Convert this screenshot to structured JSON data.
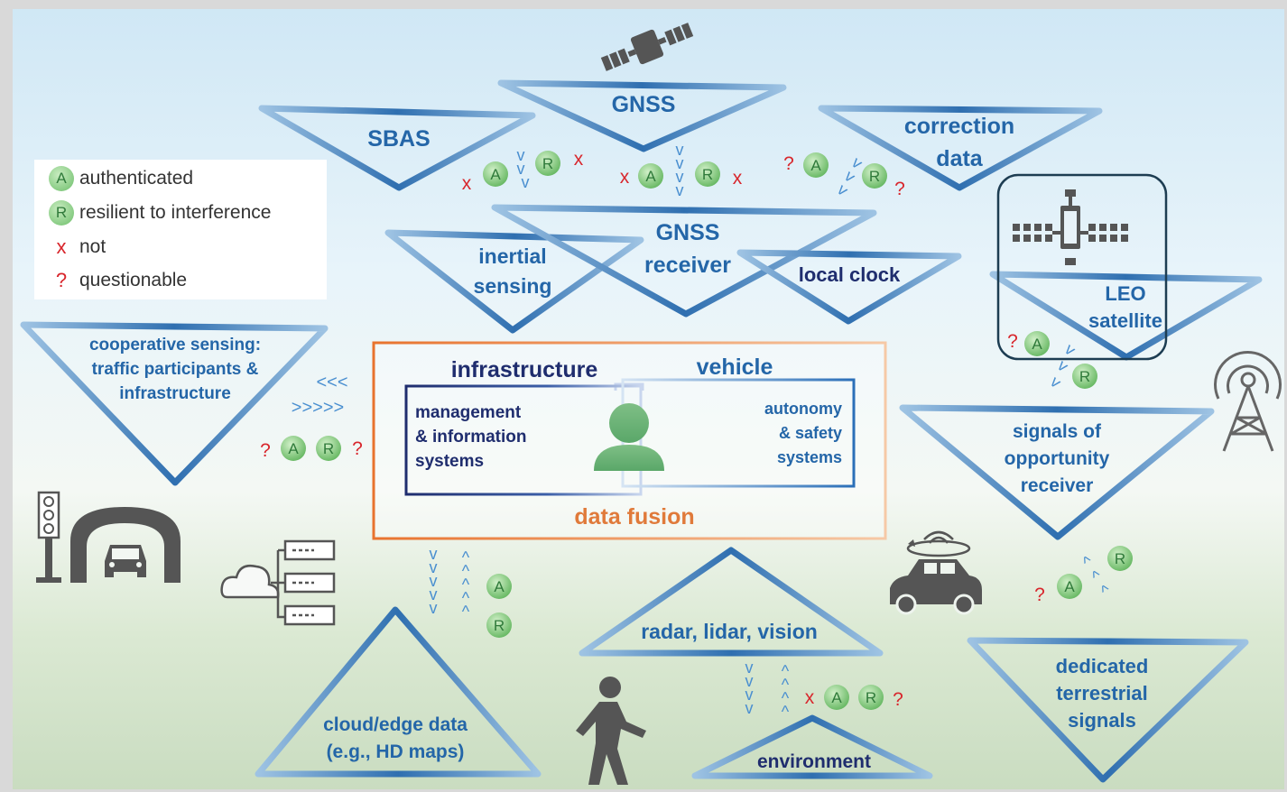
{
  "nodes": {
    "gnss": "GNSS",
    "sbas": "SBAS",
    "correction": [
      "correction",
      "data"
    ],
    "gnss_receiver": [
      "GNSS",
      "receiver"
    ],
    "inertial": [
      "inertial",
      "sensing"
    ],
    "local_clock": "local clock",
    "leo": [
      "LEO",
      "satellite"
    ],
    "cooperative": [
      "cooperative sensing:",
      "traffic participants &",
      "infrastructure"
    ],
    "signals_opportunity": [
      "signals of",
      "opportunity",
      "receiver"
    ],
    "radar": "radar, lidar, vision",
    "cloud": [
      "cloud/edge data",
      "(e.g., HD maps)"
    ],
    "environment": "environment",
    "dedicated": [
      "dedicated",
      "terrestrial",
      "signals"
    ]
  },
  "center": {
    "infrastructure": "infrastructure",
    "vehicle": "vehicle",
    "management": [
      "management",
      "& information",
      "systems"
    ],
    "autonomy": [
      "autonomy",
      "& safety",
      "systems"
    ],
    "data_fusion": "data fusion"
  },
  "legend": [
    {
      "symbol": "A",
      "label": "authenticated"
    },
    {
      "symbol": "R",
      "label": "resilient to interference"
    },
    {
      "symbol": "x",
      "label": "not"
    },
    {
      "symbol": "?",
      "label": "questionable"
    }
  ],
  "marks": {
    "A": "A",
    "R": "R",
    "x": "x",
    "q": "?",
    "left_arrows": "<<<",
    "right_arrows": ">>>>>"
  },
  "colors": {
    "node_blue": "#2466a8",
    "dark_navy": "#1f2d6e",
    "fusion_orange": "#e07a3a",
    "badge_green": "#6dbe6a",
    "mark_red": "#d8262c"
  }
}
